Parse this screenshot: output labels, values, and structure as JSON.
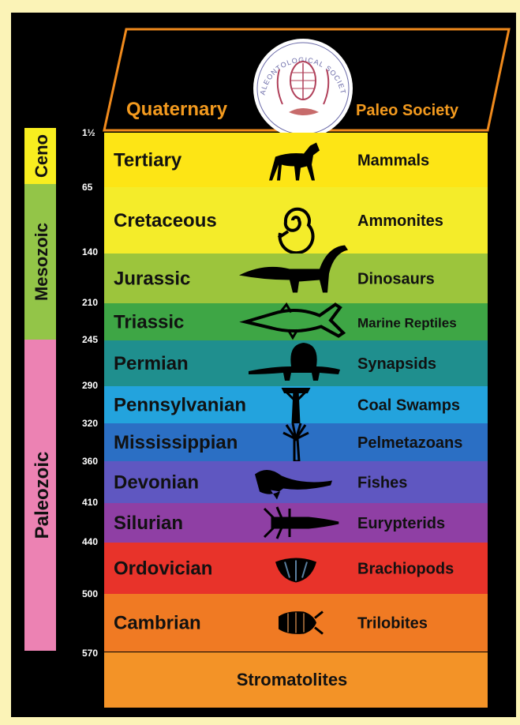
{
  "header": {
    "left_label": "Quaternary",
    "right_label": "Paleo Society",
    "seal_text": "PALEONTOLOGICAL SOCIETY",
    "border_color": "#f08a1c",
    "label_color": "#f39a1e"
  },
  "eras": [
    {
      "name": "Ceno",
      "color": "#f8ee1f"
    },
    {
      "name": "Mesozoic",
      "color": "#93c548"
    },
    {
      "name": "Paleozoic",
      "color": "#ec82b3"
    }
  ],
  "ages": [
    "1½",
    "65",
    "140",
    "210",
    "245",
    "290",
    "320",
    "360",
    "410",
    "440",
    "500",
    "570"
  ],
  "periods": [
    {
      "name": "Tertiary",
      "fossil": "Mammals",
      "icon": "horse-icon",
      "color": "#fde515"
    },
    {
      "name": "Cretaceous",
      "fossil": "Ammonites",
      "icon": "ammonite-icon",
      "color": "#f4ec2a"
    },
    {
      "name": "Jurassic",
      "fossil": "Dinosaurs",
      "icon": "dinosaur-icon",
      "color": "#9cc53c"
    },
    {
      "name": "Triassic",
      "fossil": "Marine Reptiles",
      "icon": "marine-reptile-icon",
      "color": "#3ea645"
    },
    {
      "name": "Permian",
      "fossil": "Synapsids",
      "icon": "dimetrodon-icon",
      "color": "#1f8f8e"
    },
    {
      "name": "Pennsylvanian",
      "fossil": "Coal Swamps",
      "icon": "tree-fern-icon",
      "color": "#23a3dd"
    },
    {
      "name": "Mississippian",
      "fossil": "Pelmetazoans",
      "icon": "crinoid-icon",
      "color": "#2b6fc4"
    },
    {
      "name": "Devonian",
      "fossil": "Fishes",
      "icon": "fish-icon",
      "color": "#5f57c1"
    },
    {
      "name": "Silurian",
      "fossil": "Eurypterids",
      "icon": "eurypterid-icon",
      "color": "#8f3fa4"
    },
    {
      "name": "Ordovician",
      "fossil": "Brachiopods",
      "icon": "brachiopod-icon",
      "color": "#e8332a"
    },
    {
      "name": "Cambrian",
      "fossil": "Trilobites",
      "icon": "trilobite-icon",
      "color": "#f07a23"
    }
  ],
  "base": {
    "name": "Stromatolites",
    "color": "#f39327"
  }
}
